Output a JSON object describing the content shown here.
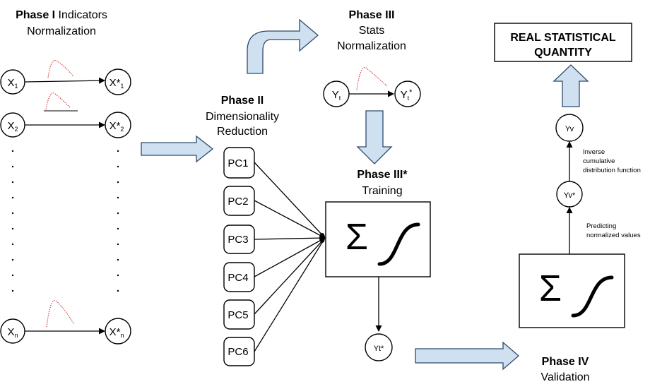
{
  "phase1": {
    "title_bold": "Phase I",
    "title_rest": " Indicators",
    "subtitle": "Normalization",
    "inputs": [
      {
        "base": "X",
        "sub": "1"
      },
      {
        "base": "X",
        "sub": "2"
      },
      {
        "base": "X",
        "sub": "n"
      }
    ],
    "outputs": [
      {
        "base": "X*",
        "sub": "1"
      },
      {
        "base": "X*",
        "sub": "2"
      },
      {
        "base": "X*",
        "sub": "n"
      }
    ]
  },
  "phase2": {
    "title": "Phase II",
    "line2": "Dimensionality",
    "line3": "Reduction",
    "components": [
      {
        "base": "PC",
        "sub": "1"
      },
      {
        "base": "PC",
        "sub": "2"
      },
      {
        "base": "PC",
        "sub": "3"
      },
      {
        "base": "PC",
        "sub": "4"
      },
      {
        "base": "PC",
        "sub": "5"
      },
      {
        "base": "PC",
        "sub": "6"
      }
    ]
  },
  "phase3": {
    "title": "Phase III",
    "line2": "Stats",
    "line3": "Normalization",
    "in_node": {
      "base": "Y",
      "sub": "t"
    },
    "out_node": {
      "base": "Y",
      "sub": "t",
      "sup": "*"
    }
  },
  "phase3star": {
    "title": "Phase III*",
    "subtitle": "Training",
    "sigma": "Σ",
    "output_node": "Yt*"
  },
  "phase4": {
    "title": "Phase IV",
    "subtitle": "Validation",
    "sigma": "Σ",
    "label_predict": [
      "Predicting",
      "normalized values"
    ],
    "node_yv_star": "Yv*",
    "label_inverse": [
      "Inverse",
      "cumulative",
      "distribution function"
    ],
    "node_yv": "Yv",
    "result": [
      "REAL STATISTICAL",
      "QUANTITY"
    ]
  },
  "colors": {
    "arrow_fill": "#cfe0f1",
    "arrow_stroke": "#2f4a6b",
    "distribution": "#cc2222"
  },
  "icons": [
    "block-arrow-right",
    "block-arrow-up",
    "block-arrow-down",
    "curved-block-arrow",
    "sigmoid-icon",
    "distribution-curve-icon"
  ]
}
